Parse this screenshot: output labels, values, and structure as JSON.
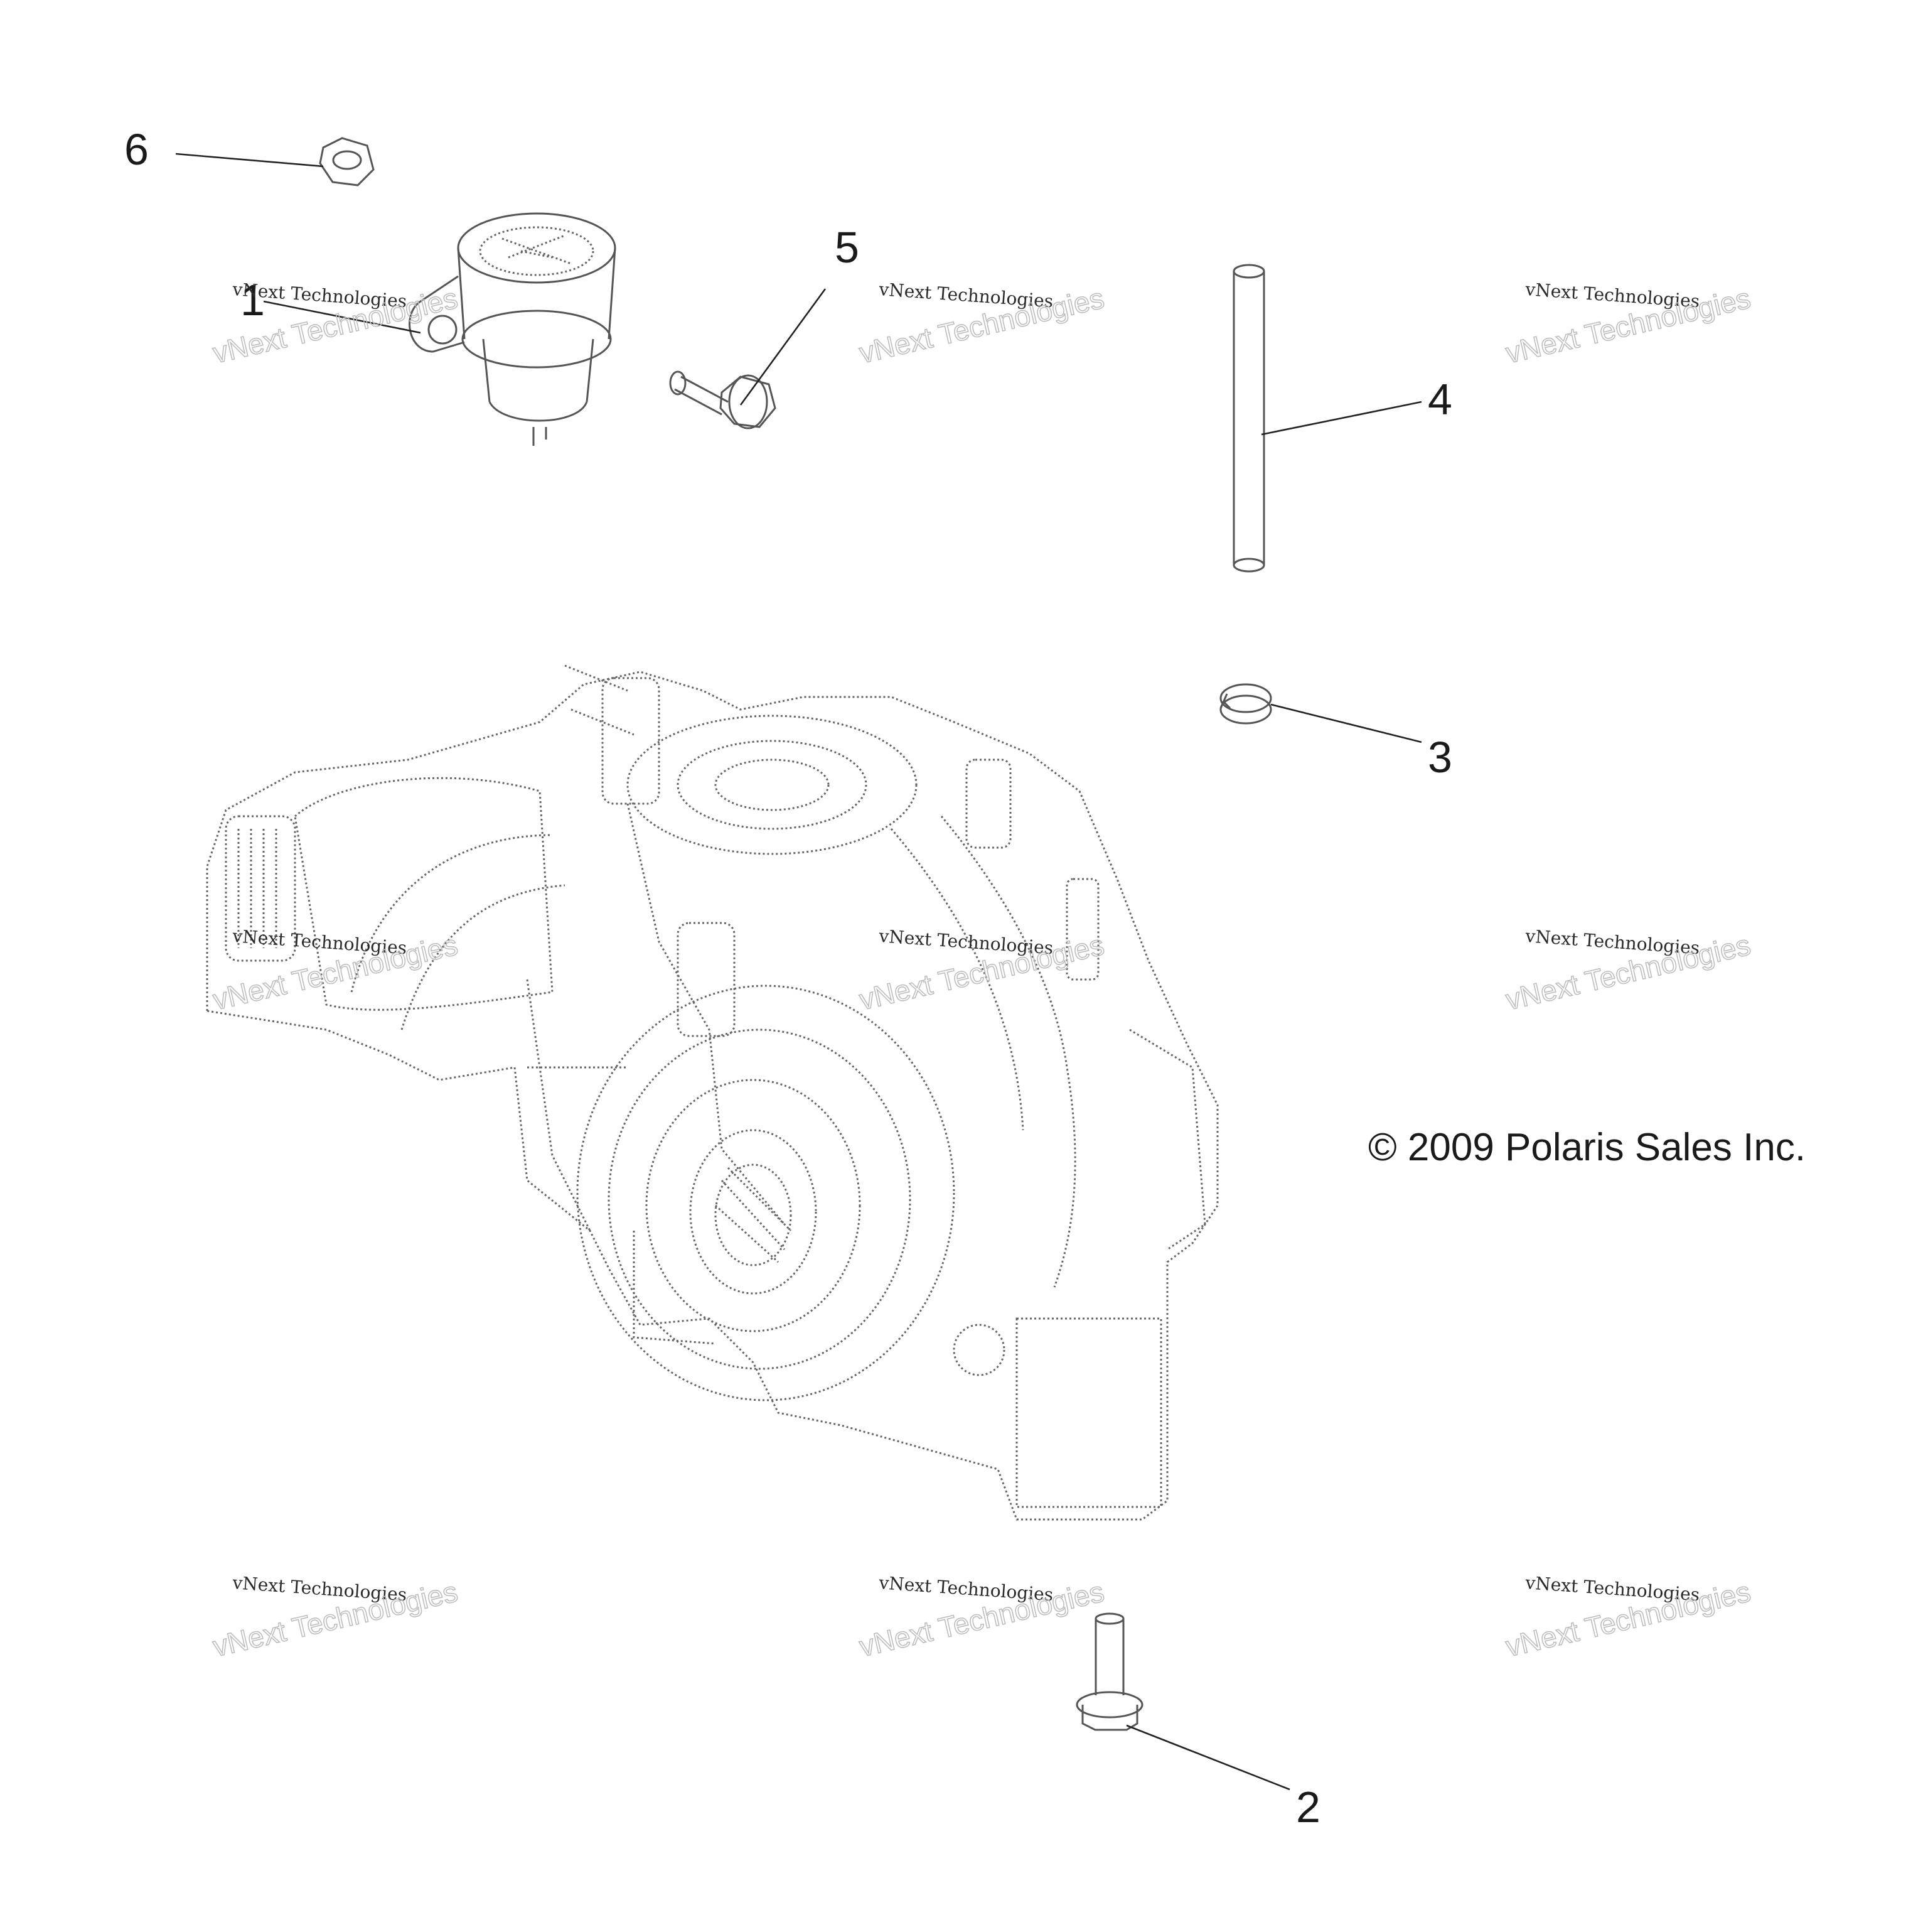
{
  "callouts": {
    "c1": "1",
    "c2": "2",
    "c3": "3",
    "c4": "4",
    "c5": "5",
    "c6": "6"
  },
  "copyright": "© 2009 Polaris Sales Inc.",
  "watermark": {
    "line1": "vNext Technologies",
    "line2": "vNext Technologies"
  }
}
